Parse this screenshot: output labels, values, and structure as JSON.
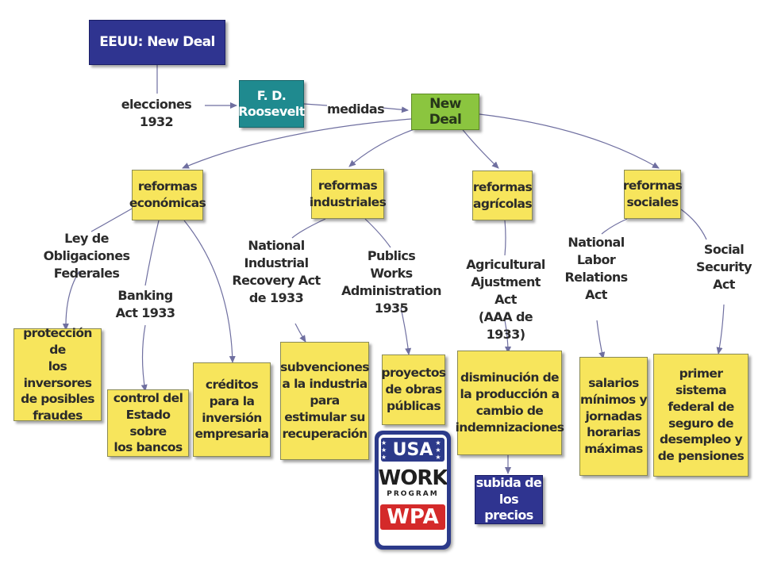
{
  "colors": {
    "blue": "#2f3490",
    "teal": "#1f8a8f",
    "green": "#8bc53f",
    "yellow": "#f7e55c",
    "line": "#6f6fa0"
  },
  "nodes": {
    "title": "EEUU: New Deal",
    "fdr": "F. D.\nRoosevelt",
    "new_deal": "New Deal",
    "reformas_economicas": "reformas\neconómicas",
    "reformas_industriales": "reformas\nindustriales",
    "reformas_agricolas": "reformas\nagrícolas",
    "reformas_sociales": "reformas\nsociales",
    "proteccion": "protección de\nlos inversores\nde posibles\nfraudes",
    "control": "control del\nEstado sobre\nlos bancos",
    "creditos": "créditos\npara la\ninversión\nempresaria",
    "subvenciones": "subvenciones\na la industria\npara\nestimular su\nrecuperación",
    "proyectos": "proyectos\nde obras\npúblicas",
    "disminucion": "disminución de\nla producción a\ncambio de\nindemnizaciones",
    "subida": "subida de\nlos precios",
    "salarios": "salarios\nmínimos y\njornadas\nhorarias\nmáximas",
    "primer_sistema": "primer sistema\nfederal de\nseguro de\ndesempleo y\nde pensiones"
  },
  "links": {
    "elecciones": "elecciones 1932",
    "medidas": "medidas",
    "ley_obligaciones": "Ley de\nObligaciones Federales",
    "banking_act": "Banking\nAct 1933",
    "nira": "National\nIndustrial\nRecovery Act\nde 1933",
    "pwa": "Publics\nWorks\nAdministration 1935",
    "aaa": "Agricultural\nAjustment Act\n(AAA de 1933)",
    "nlra": "National\nLabor\nRelations\nAct",
    "ssa": "Social\nSecurity\nAct"
  },
  "logo": {
    "top": "USA",
    "stars": "★ ★ ★",
    "work": "WORK",
    "program": "PROGRAM",
    "bottom": "WPA"
  }
}
